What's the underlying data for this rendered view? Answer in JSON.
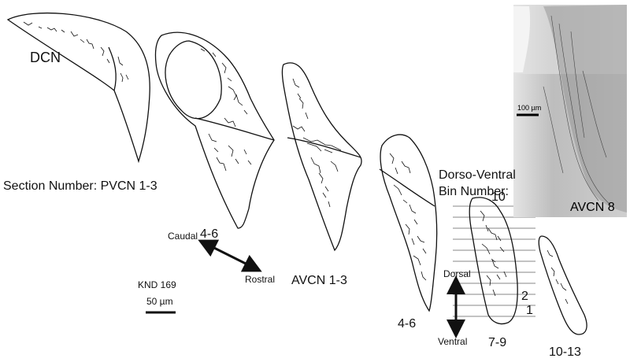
{
  "labels": {
    "dcn": "DCN",
    "section_number": "Section Number: PVCN 1-3",
    "pvcn_4_6": "4-6",
    "avcn_1_3": "AVCN 1-3",
    "avcn_4_6": "4-6",
    "avcn_7_9": "7-9",
    "avcn_10_13": "10-13",
    "bin_title_line1": "Dorso-Ventral",
    "bin_title_line2": "Bin Number:",
    "bin_10": "10",
    "bin_2": "2",
    "bin_1": "1",
    "caudal": "Caudal",
    "rostral": "Rostral",
    "dorsal": "Dorsal",
    "ventral": "Ventral",
    "animal_id": "KND 169",
    "scalebar_main": "50 µm",
    "photo_scalebar": "100 µm",
    "photo_label": "AVCN 8"
  },
  "colors": {
    "ink": "#111111",
    "photo_dark": "#2a2a2a",
    "photo_light": "#d8d8d8"
  }
}
